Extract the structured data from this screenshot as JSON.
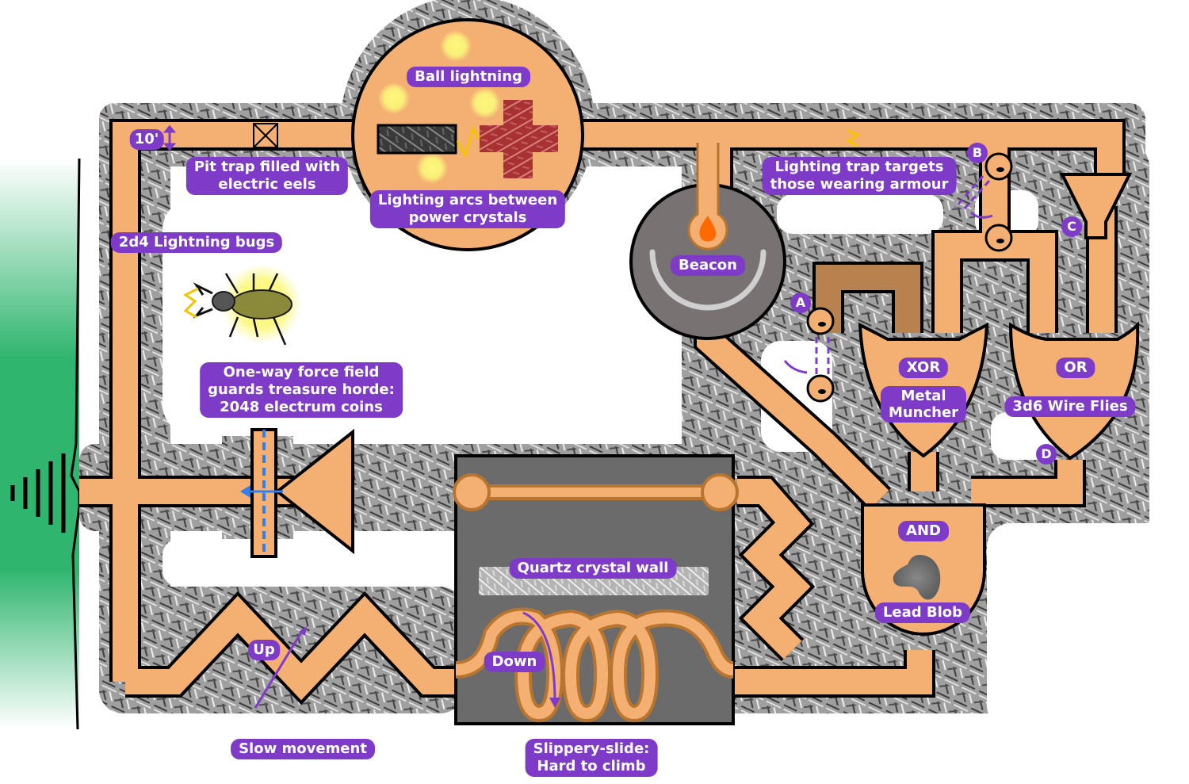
{
  "title": "Electric dungeon logic-gate map",
  "colors": {
    "corridor": "#f4b073",
    "corridor_dark": "#b8824f",
    "corridor_outline": "#b8752f",
    "wall": "#000000",
    "rock": "#8a8a8a",
    "chamber_floor": "#6b6b6b",
    "beacon_floor": "#787372",
    "label_bg": "#7e3bc8",
    "label_text": "#ffffff",
    "exit_green": "#2fb56e",
    "force_field": "#2f80ed",
    "lightning": "#f5c400",
    "crystal_negative": "#2a2a2a",
    "crystal_positive": "#a83232",
    "fire": "#ff6a00"
  },
  "labels": {
    "height_marker": "10'",
    "pit_trap": "Pit trap filled with\nelectric eels",
    "lightning_bugs": "2d4 Lightning bugs",
    "ball_lightning": "Ball lightning",
    "power_crystals": "Lighting arcs between\npower crystals",
    "beacon": "Beacon",
    "lightning_trap": "Lighting trap targets\nthose wearing armour",
    "force_field": "One-way force field\nguards treasure horde:\n2048 electrum coins",
    "xor_gate": "XOR",
    "metal_muncher": "Metal\nMuncher",
    "or_gate": "OR",
    "wire_flies": "3d6  Wire Flies",
    "and_gate": "AND",
    "lead_blob": "Lead Blob",
    "quartz_wall": "Quartz crystal wall",
    "down": "Down",
    "slide": "Slippery-slide:\nHard to climb",
    "up": "Up",
    "slow_movement": "Slow movement"
  },
  "switch_markers": [
    "A",
    "B",
    "C",
    "D"
  ],
  "icons": {
    "exit": "signal-waves-icon",
    "pit": "pit-trap-icon",
    "beetle": "stag-beetle-icon",
    "fire": "fire-icon",
    "blob": "lead-blob-icon",
    "lever": "lever-switch-icon",
    "lightning": "lightning-bolt-icon"
  }
}
